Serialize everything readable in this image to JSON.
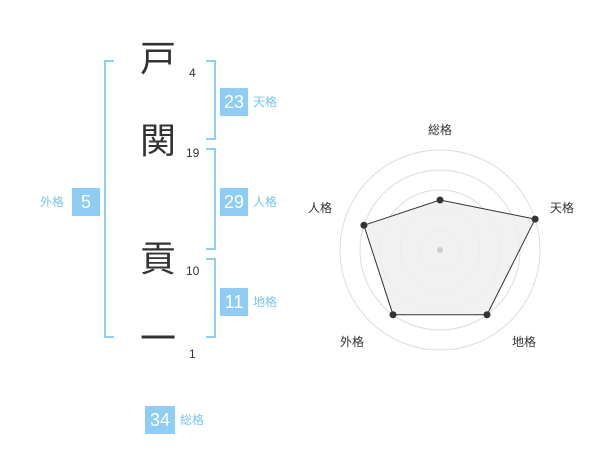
{
  "name_chars": [
    {
      "char": "戸",
      "strokes": "4"
    },
    {
      "char": "関",
      "strokes": "19"
    },
    {
      "char": "貢",
      "strokes": "10"
    },
    {
      "char": "一",
      "strokes": "1"
    }
  ],
  "fortunes": {
    "tenkaku": {
      "value": "23",
      "label": "天格"
    },
    "jinkaku": {
      "value": "29",
      "label": "人格"
    },
    "chikaku": {
      "value": "11",
      "label": "地格"
    },
    "gaikaku": {
      "value": "5",
      "label": "外格"
    },
    "soukaku": {
      "value": "34",
      "label": "総格"
    }
  },
  "colors": {
    "accent": "#8fcdf4",
    "accent_text": "#78c4f0",
    "grid": "#dddddd",
    "fill": "#eeeeee",
    "line": "#333333"
  },
  "chart_data": {
    "type": "radar",
    "categories": [
      "総格",
      "天格",
      "地格",
      "外格",
      "人格"
    ],
    "values": [
      0.5,
      1.0,
      0.8,
      0.8,
      0.8
    ],
    "range": [
      0,
      1
    ]
  }
}
